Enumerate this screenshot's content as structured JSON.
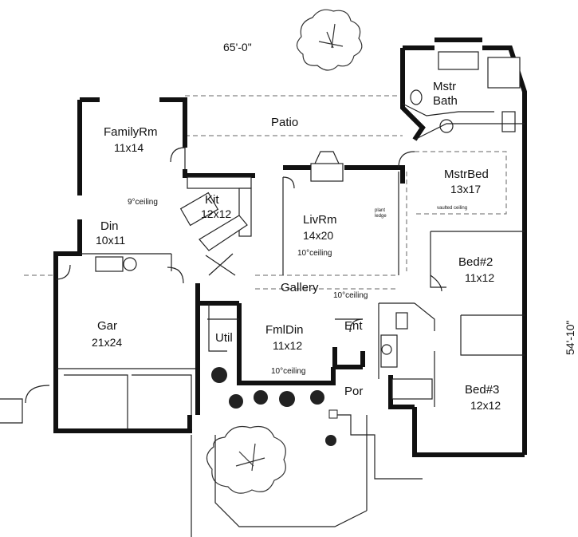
{
  "overall": {
    "width": "65'-0\"",
    "depth": "54'-10\""
  },
  "rooms": [
    {
      "name": "FamilyRm",
      "size": "11x14"
    },
    {
      "name": "Kit",
      "size": "12x12"
    },
    {
      "name": "Din",
      "size": "10x11"
    },
    {
      "name": "Gar",
      "size": "21x24"
    },
    {
      "name": "LivRm",
      "size": "14x20"
    },
    {
      "name": "FmlDin",
      "size": "11x12"
    },
    {
      "name": "MstrBed",
      "size": "13x17"
    },
    {
      "name": "Bed#2",
      "size": "11x12"
    },
    {
      "name": "Bed#3",
      "size": "12x12"
    }
  ],
  "labels": {
    "patio": "Patio",
    "gallery": "Gallery",
    "util": "Util",
    "ent": "Ent",
    "por": "Por",
    "mstr_bath_line1": "Mstr",
    "mstr_bath_line2": "Bath"
  },
  "notes": {
    "kit_ceiling": "9°ceiling",
    "livrm_ceiling": "10°ceiling",
    "gallery_ceiling": "10°ceiling",
    "fmldin_ceiling": "10°ceiling",
    "mstrbed_ceiling": "vaulted ceiling",
    "plant_ledge_1": "plant",
    "plant_ledge_2": "ledge"
  }
}
